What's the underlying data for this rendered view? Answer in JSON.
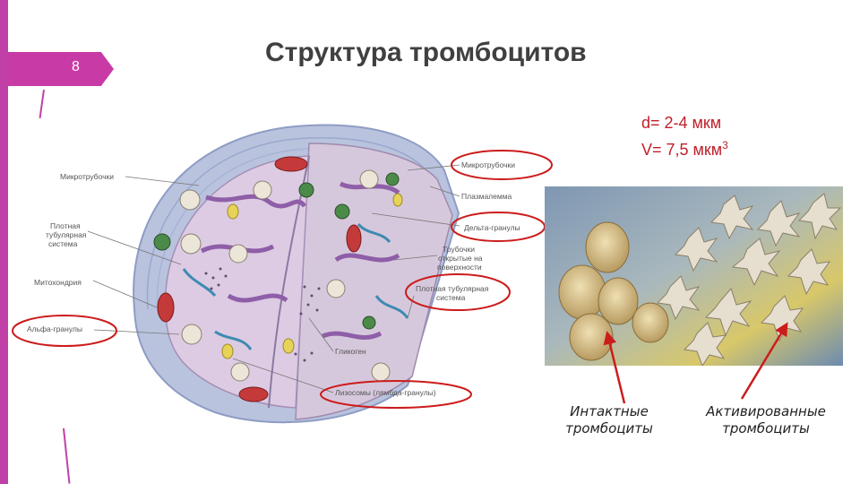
{
  "slide": {
    "number": "8",
    "title": "Структура тромбоцитов"
  },
  "specs": {
    "diameter": "d= 2-4 мкм",
    "volume": "V= 7,5 мкм",
    "volume_exp": "3"
  },
  "diagram_labels": {
    "microtubules_left": "Микротрубочки",
    "dense_tubular_left": [
      "Плотная",
      "тубулярная",
      "система"
    ],
    "mitochondria": "Митохондрия",
    "alpha_granules": "Альфа-гранулы",
    "microtubules_right": "Микротрубочки",
    "plasmalemma": "Плазмалемма",
    "delta_granules": "Дельта-гранулы",
    "open_canalicular": [
      "Трубочки",
      "открытые на",
      "поверхности"
    ],
    "dense_tubular_right": [
      "Плотная тубулярная",
      "система"
    ],
    "glycogen": "Гликоген",
    "lysosomes": "Лизосомы (лямбда-гранулы)"
  },
  "captions": {
    "intact": [
      "Интактные",
      "тромбоциты"
    ],
    "activated": [
      "Активированные",
      "тромбоциты"
    ]
  },
  "colors": {
    "accent": "#c040a8",
    "highlight": "#cc1c1c"
  }
}
